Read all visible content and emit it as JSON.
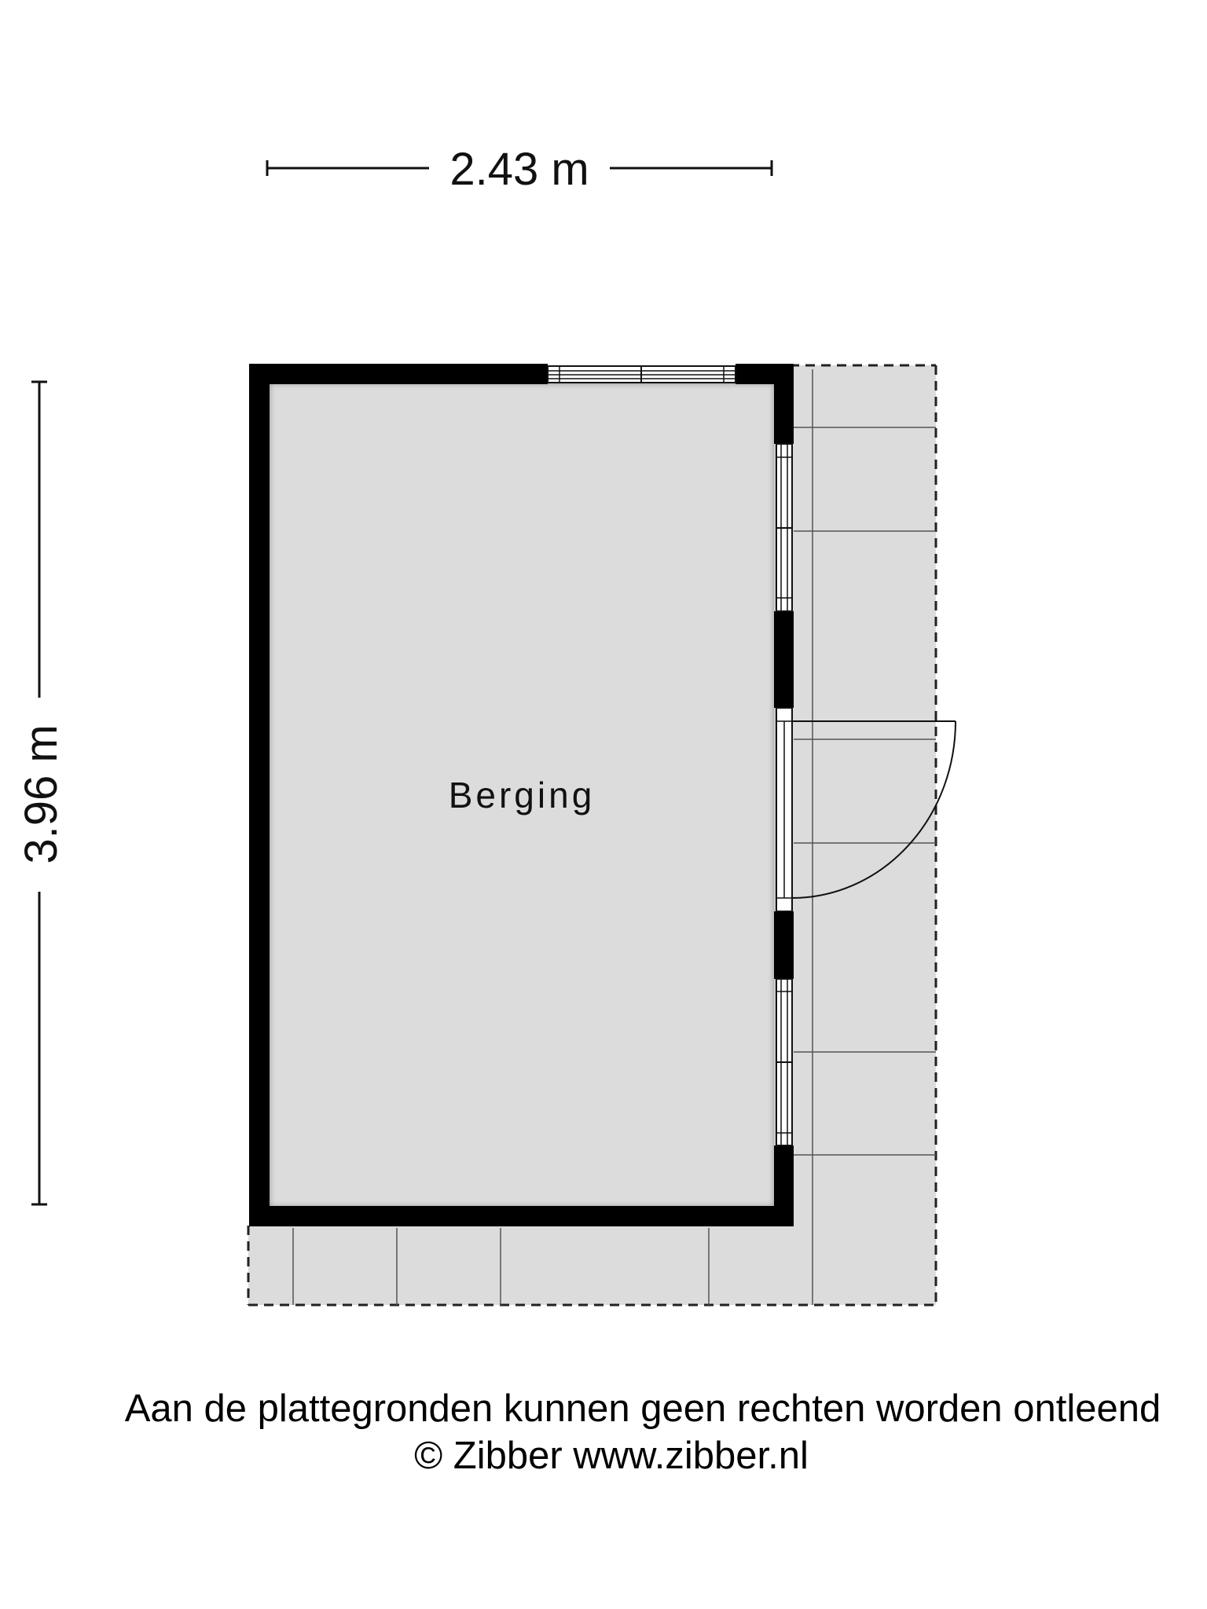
{
  "dimensions": {
    "width_label": "2.43 m",
    "height_label": "3.96 m"
  },
  "room": {
    "label": "Berging"
  },
  "footer": {
    "disclaimer": "Aan de plattegronden kunnen geen rechten worden ontleend",
    "copyright": "© Zibber www.zibber.nl"
  },
  "colors": {
    "wall": "#000000",
    "floor": "#dcdcdc",
    "terrace": "#dcdcdc",
    "line": "#555555"
  }
}
